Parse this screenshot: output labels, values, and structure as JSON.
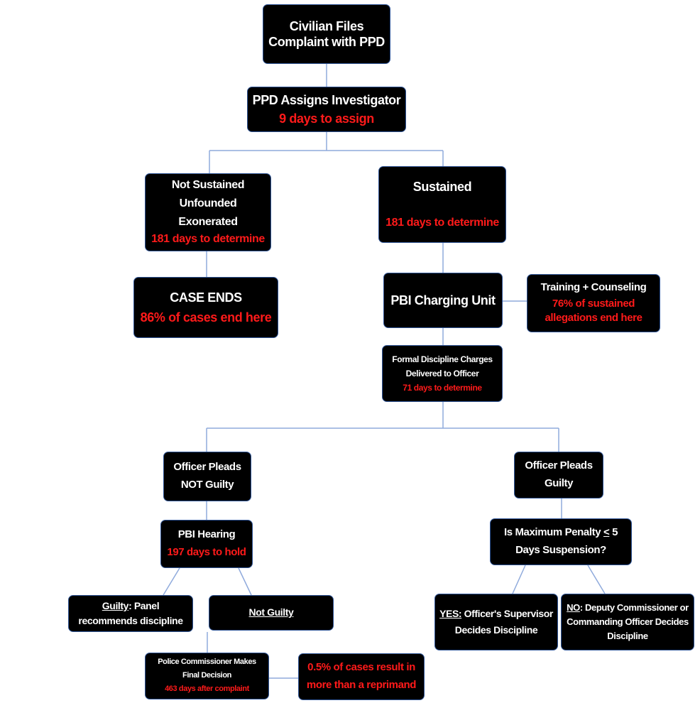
{
  "nodes": {
    "civilian_complaint": {
      "line1": "Civilian Files",
      "line2": "Complaint with PPD"
    },
    "assign_investigator": {
      "title": "PPD Assigns Investigator",
      "stat": "9 days to assign"
    },
    "not_sustained": {
      "line1": "Not Sustained",
      "line2": "Unfounded",
      "line3": "Exonerated",
      "stat": "181 days to determine"
    },
    "sustained": {
      "title": "Sustained",
      "stat": "181 days to determine"
    },
    "case_ends": {
      "title": "CASE ENDS",
      "stat": "86% of cases end here"
    },
    "charging_unit": {
      "title": "PBI Charging Unit"
    },
    "training_counseling": {
      "title": "Training + Counseling",
      "stat_line1": "76% of sustained",
      "stat_line2": "allegations end here"
    },
    "formal_charges": {
      "line1": "Formal Discipline Charges",
      "line2": "Delivered to Officer",
      "stat": "71 days to determine"
    },
    "pleads_not_guilty": {
      "line1": "Officer Pleads",
      "line2": "NOT Guilty"
    },
    "pleads_guilty": {
      "line1": "Officer Pleads",
      "line2": "Guilty"
    },
    "pbi_hearing": {
      "title": "PBI Hearing",
      "stat": "197 days to hold"
    },
    "max_penalty": {
      "line1_prefix": "Is Maximum Penalty ",
      "line1_symbol": "<",
      "line1_suffix": " 5",
      "line2": "Days Suspension?"
    },
    "guilty_panel": {
      "label": "Guilty",
      "line1_rest": ": Panel",
      "line2": "recommends discipline"
    },
    "not_guilty": {
      "label": "Not Guilty"
    },
    "yes_supervisor": {
      "label": "YES:",
      "line1_rest": " Officer's Supervisor",
      "line2": "Decides Discipline"
    },
    "no_deputy": {
      "label": "NO",
      "line1_rest": ": Deputy Commissioner or",
      "line2": "Commanding Officer Decides",
      "line3": "Discipline"
    },
    "commissioner_decision": {
      "line1": "Police Commissioner Makes",
      "line2": "Final Decision",
      "stat": "463 days after complaint"
    },
    "reprimand_stat": {
      "line1": "0.5% of cases result in",
      "line2": "more than a reprimand"
    }
  },
  "colors": {
    "box_fill": "#000000",
    "box_border": "#2f5597",
    "connector": "#8faadc",
    "highlight": "#ff1a1a",
    "text": "#ffffff"
  }
}
